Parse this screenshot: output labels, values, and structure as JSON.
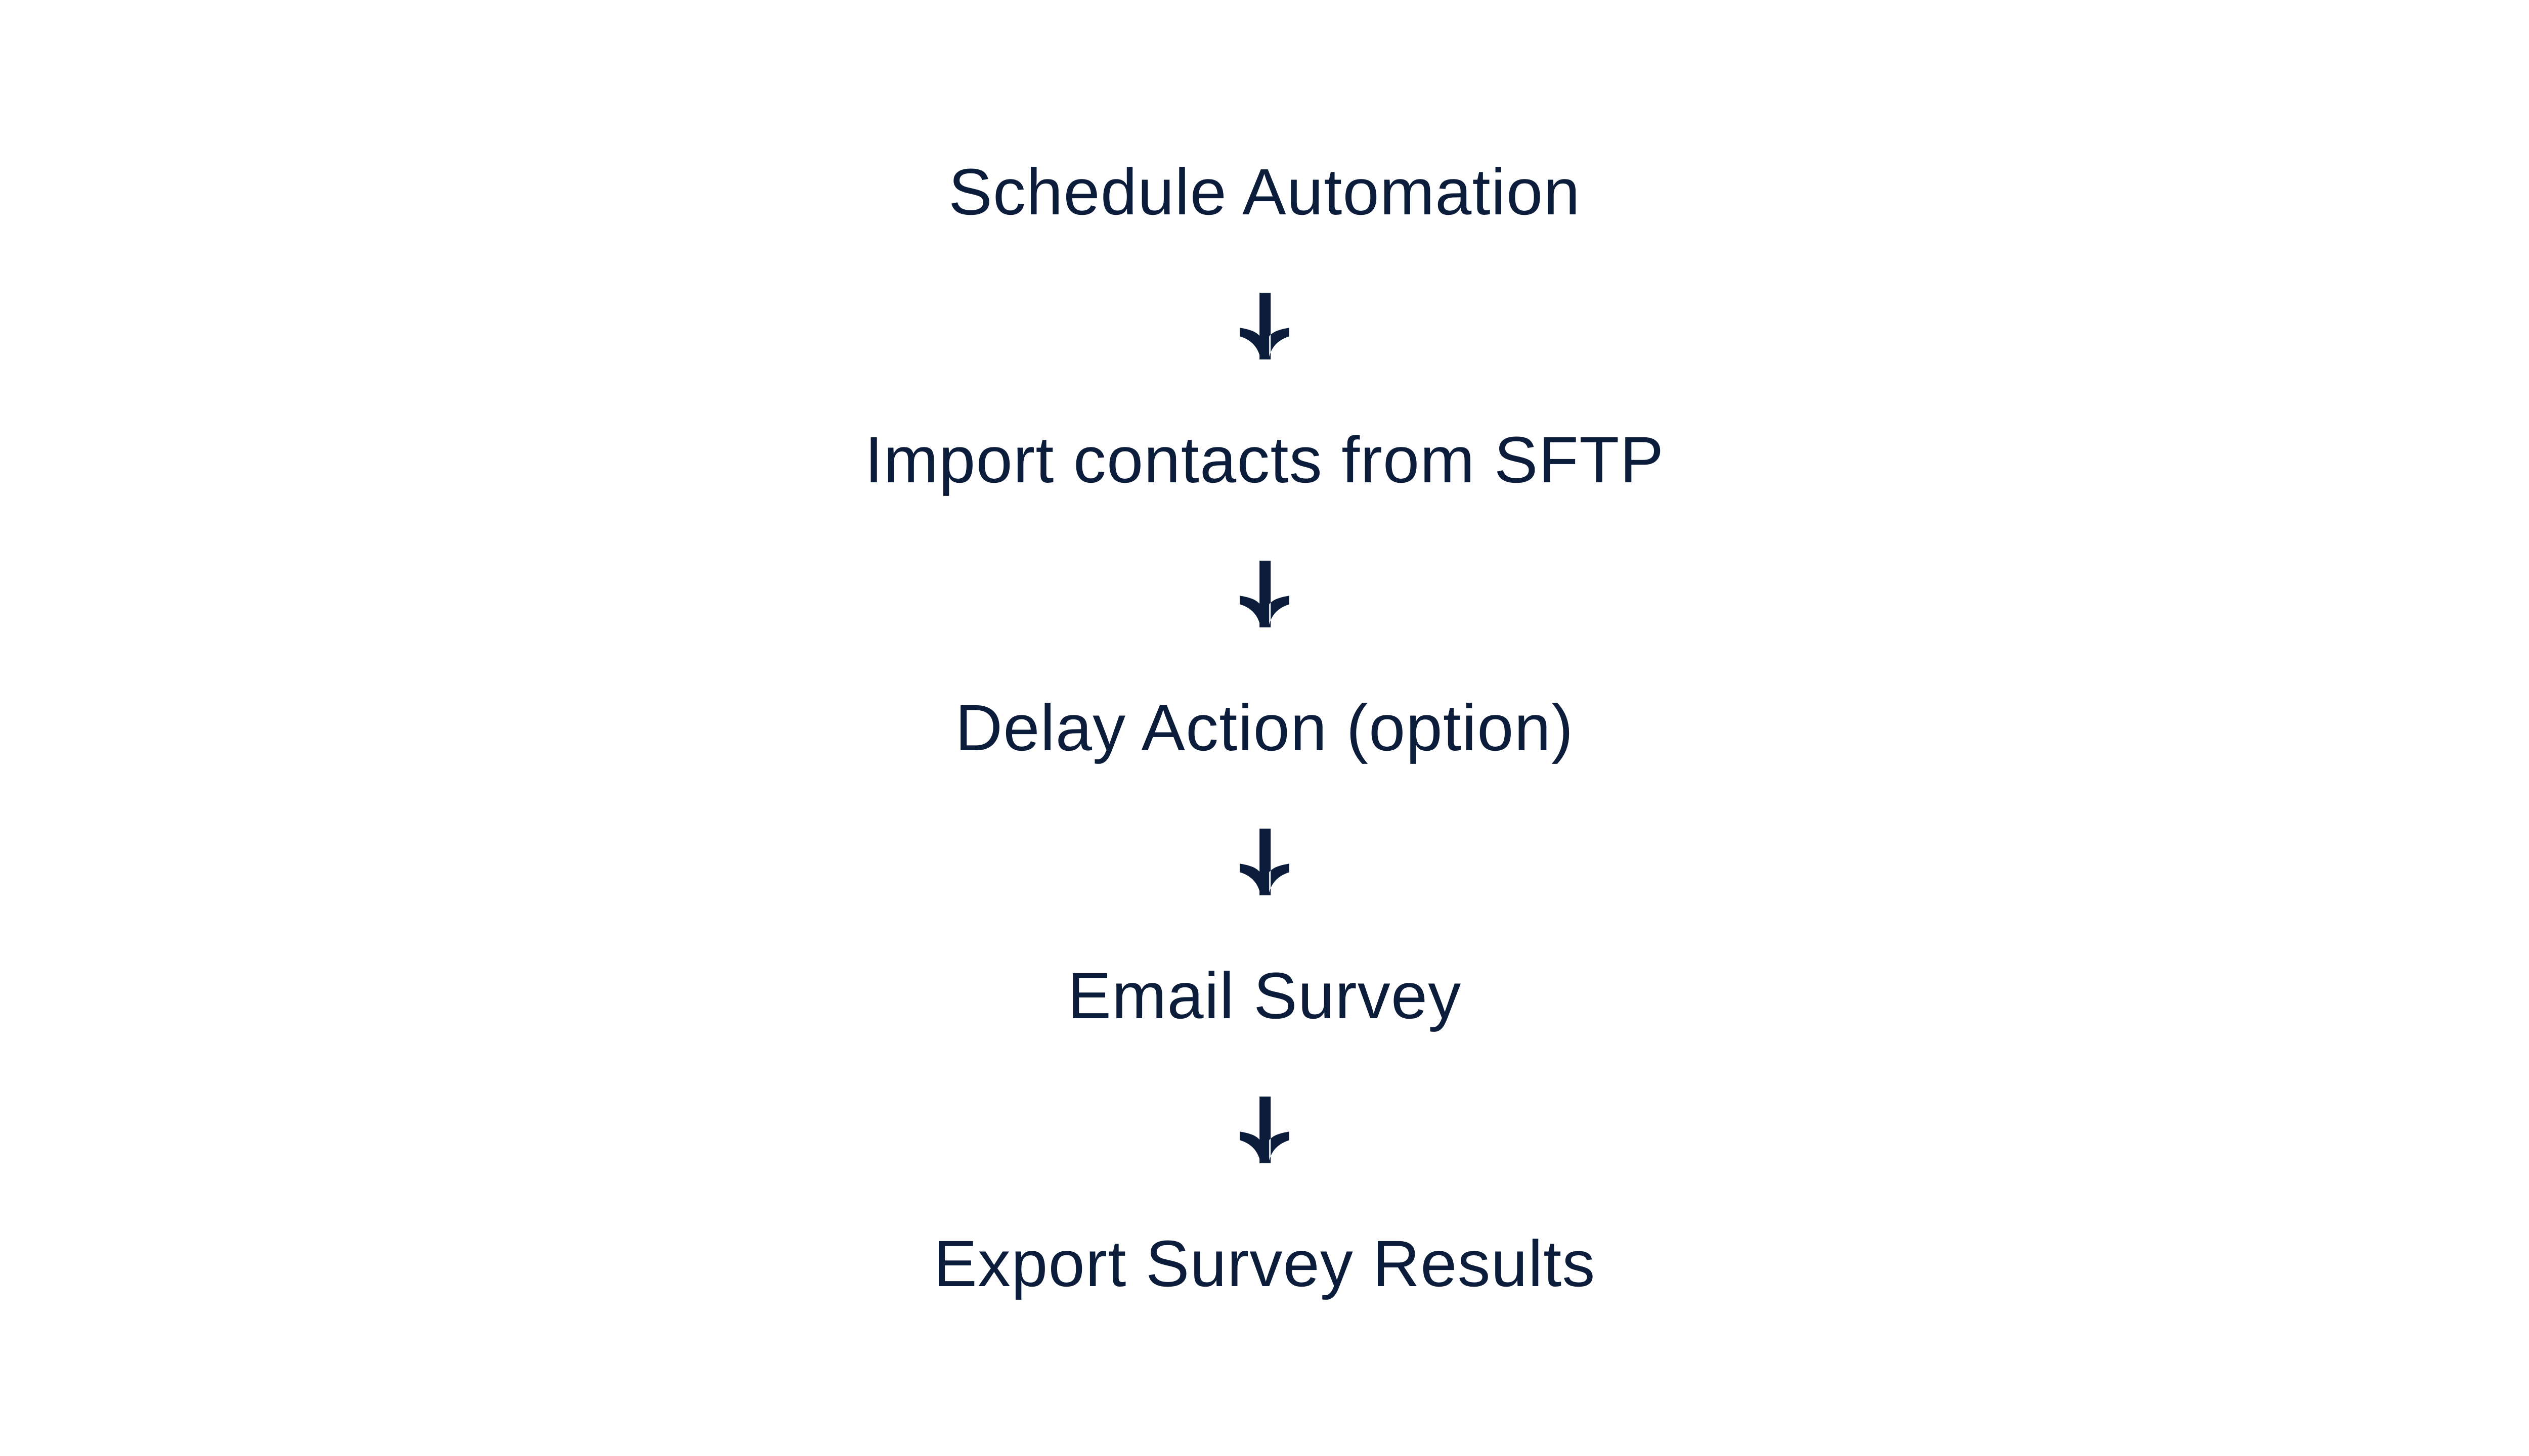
{
  "page": {
    "background_color": "#ffffff"
  },
  "flowchart": {
    "text_color": "#0c1d3b",
    "connector_icon": "down-arrow",
    "steps": [
      "Schedule Automation",
      "Import contacts from SFTP",
      "Delay Action (option)",
      "Email Survey",
      "Export Survey Results"
    ]
  }
}
